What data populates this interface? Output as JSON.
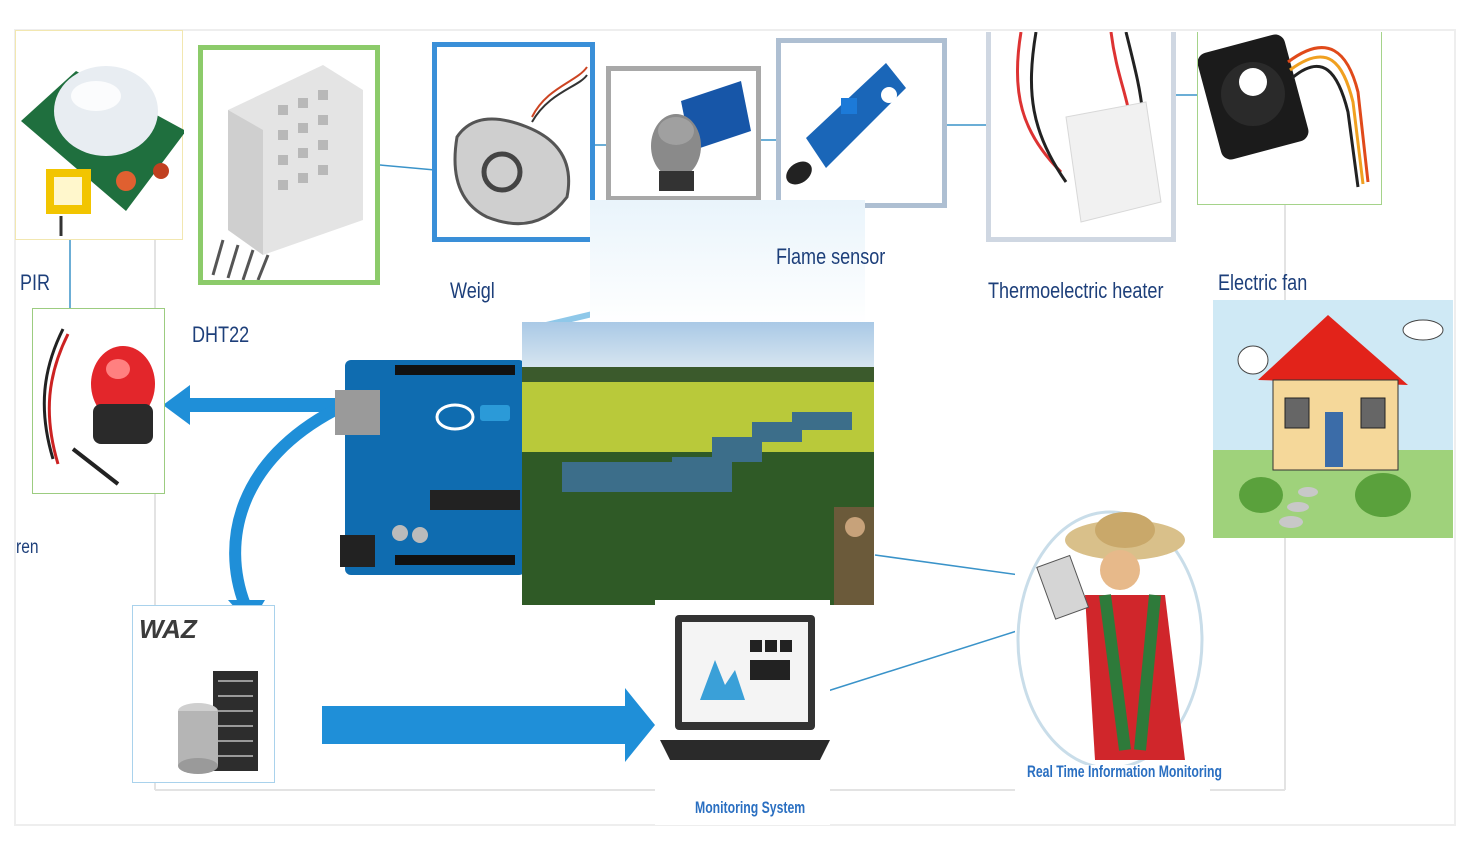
{
  "labels": {
    "pir": "PIR",
    "dht22": "DHT22",
    "weight": "Weigl",
    "flame": "Flame sensor",
    "thermo": "Thermoelectric heater",
    "fan": "Electric fan",
    "siren": "ren",
    "monitoring_system": "Monitoring System",
    "realtime": "Real Time Information Monitoring",
    "waziup": "WAZ"
  },
  "colors": {
    "arrow_blue": "#1f8fd8",
    "line_blue": "#3a93c9",
    "arduino_blue": "#0f6cb0",
    "label_blue": "#1d3f7a"
  },
  "icons": [
    "pir-sensor-icon",
    "dht22-sensor-icon",
    "load-cell-icon",
    "gas-sensor-icon",
    "flame-sensor-icon",
    "thermoelectric-heater-icon",
    "electric-fan-icon",
    "siren-icon",
    "arduino-board-icon",
    "beehive-field-photo",
    "server-icon",
    "laptop-icon",
    "farmer-icon",
    "house-icon"
  ]
}
